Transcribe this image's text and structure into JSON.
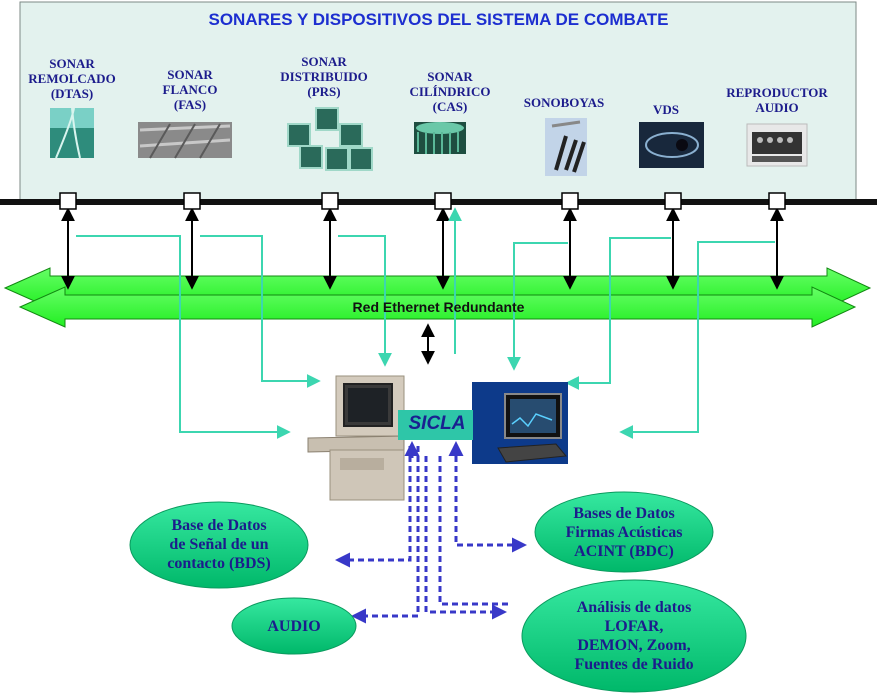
{
  "title": "SONARES  Y DISPOSITIVOS  DEL SISTEMA DE COMBATE",
  "devices": [
    {
      "id": "dtas",
      "label_lines": [
        "SONAR",
        "REMOLCADO",
        "(DTAS)"
      ]
    },
    {
      "id": "fas",
      "label_lines": [
        "SONAR",
        "FLANCO",
        "(FAS)"
      ]
    },
    {
      "id": "prs",
      "label_lines": [
        "SONAR",
        "DISTRIBUIDO",
        "(PRS)"
      ]
    },
    {
      "id": "cas",
      "label_lines": [
        "SONAR",
        "CILÍNDRICO",
        "(CAS)"
      ]
    },
    {
      "id": "sonoboyas",
      "label_lines": [
        "SONOBOYAS"
      ]
    },
    {
      "id": "vds",
      "label_lines": [
        "VDS"
      ]
    },
    {
      "id": "audio-player",
      "label_lines": [
        "REPRODUCTOR",
        "AUDIO"
      ]
    }
  ],
  "network_label": "Red Ethernet Redundante",
  "hub_label": "SICLA",
  "outputs": [
    {
      "id": "bds",
      "lines": [
        "Base de Datos",
        "de Señal de un",
        "contacto (BDS)"
      ]
    },
    {
      "id": "bdc",
      "lines": [
        "Bases de Datos",
        "Firmas Acústicas",
        "ACINT  (BDC)"
      ]
    },
    {
      "id": "audio",
      "lines": [
        "AUDIO"
      ]
    },
    {
      "id": "analysis",
      "lines": [
        "Análisis de datos",
        "LOFAR,",
        "DEMON, Zoom,",
        "Fuentes de Ruido"
      ]
    }
  ],
  "colors": {
    "panel_bg": "#e3f2ee",
    "title": "#1d2fd0",
    "bus_green": "#33ff33",
    "oval_green": "#00c878",
    "teal_line": "#3cd6b0",
    "dashed_blue": "#3838c8",
    "label_navy": "#1c1c8c"
  }
}
